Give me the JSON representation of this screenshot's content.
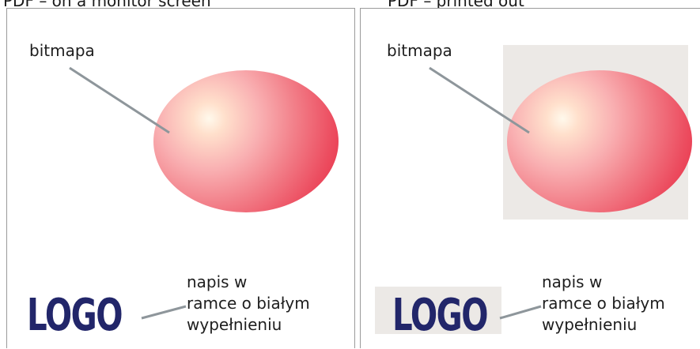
{
  "captions": {
    "left": "PDF – on a monitor screen",
    "right": "PDF – printed out"
  },
  "panels": [
    {
      "bitmap_label": "bitmapa",
      "logo_text": "LOGO",
      "logo_note": [
        "napis w",
        "ramce o białym",
        "wypełnieniu"
      ]
    },
    {
      "bitmap_label": "bitmapa",
      "logo_text": "LOGO",
      "logo_note": [
        "napis w",
        "ramce o białym",
        "wypełnieniu"
      ]
    }
  ],
  "colors": {
    "sphere_edge": "#e6263f",
    "sphere_highlight": "#fff9ec",
    "backdrop": "#ece9e6",
    "logo": "#22266a",
    "leader_line": "#8e969b"
  }
}
